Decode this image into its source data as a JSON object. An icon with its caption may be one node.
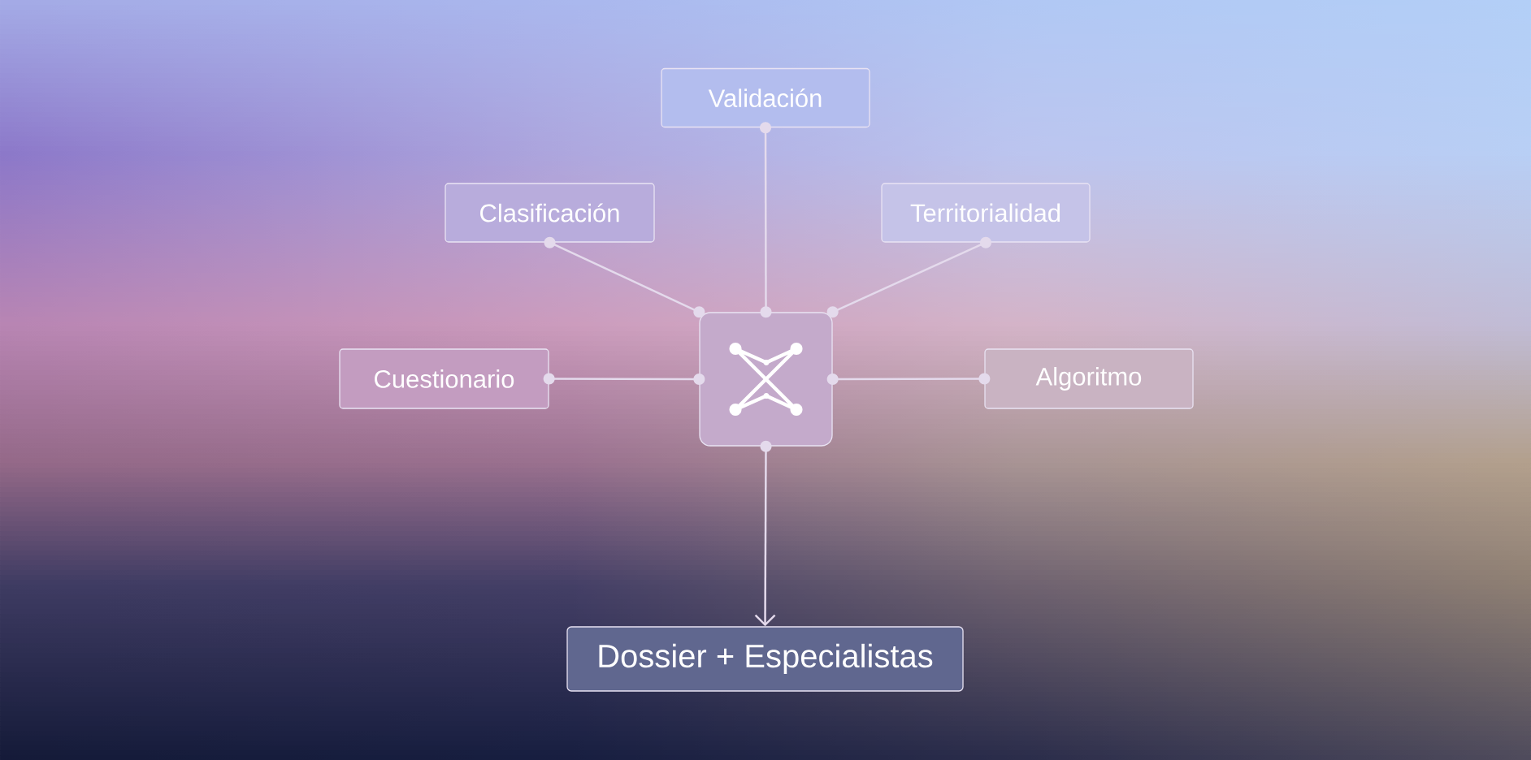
{
  "diagram": {
    "nodes": [
      {
        "text": [
          "Validación"
        ]
      },
      {
        "text": [
          "Clasificación"
        ]
      },
      {
        "text": [
          "Territorialidad"
        ]
      },
      {
        "text": [
          "Cuestionario"
        ]
      },
      {
        "text": [],
        "shape": "box"
      },
      {
        "text": [
          "Algoritmo"
        ]
      },
      {
        "text": [
          "Dossier + Especialistas"
        ]
      }
    ],
    "edges": [
      {
        "from": 0,
        "to": 4,
        "arrow": "other"
      },
      {
        "from": 1,
        "to": 4,
        "arrow": "other"
      },
      {
        "from": 2,
        "to": 4,
        "arrow": "other"
      },
      {
        "from": 3,
        "to": 4,
        "arrow": "other"
      },
      {
        "from": 5,
        "to": 4,
        "arrow": "other"
      },
      {
        "from": 4,
        "to": 6,
        "arrow": "to"
      }
    ]
  }
}
